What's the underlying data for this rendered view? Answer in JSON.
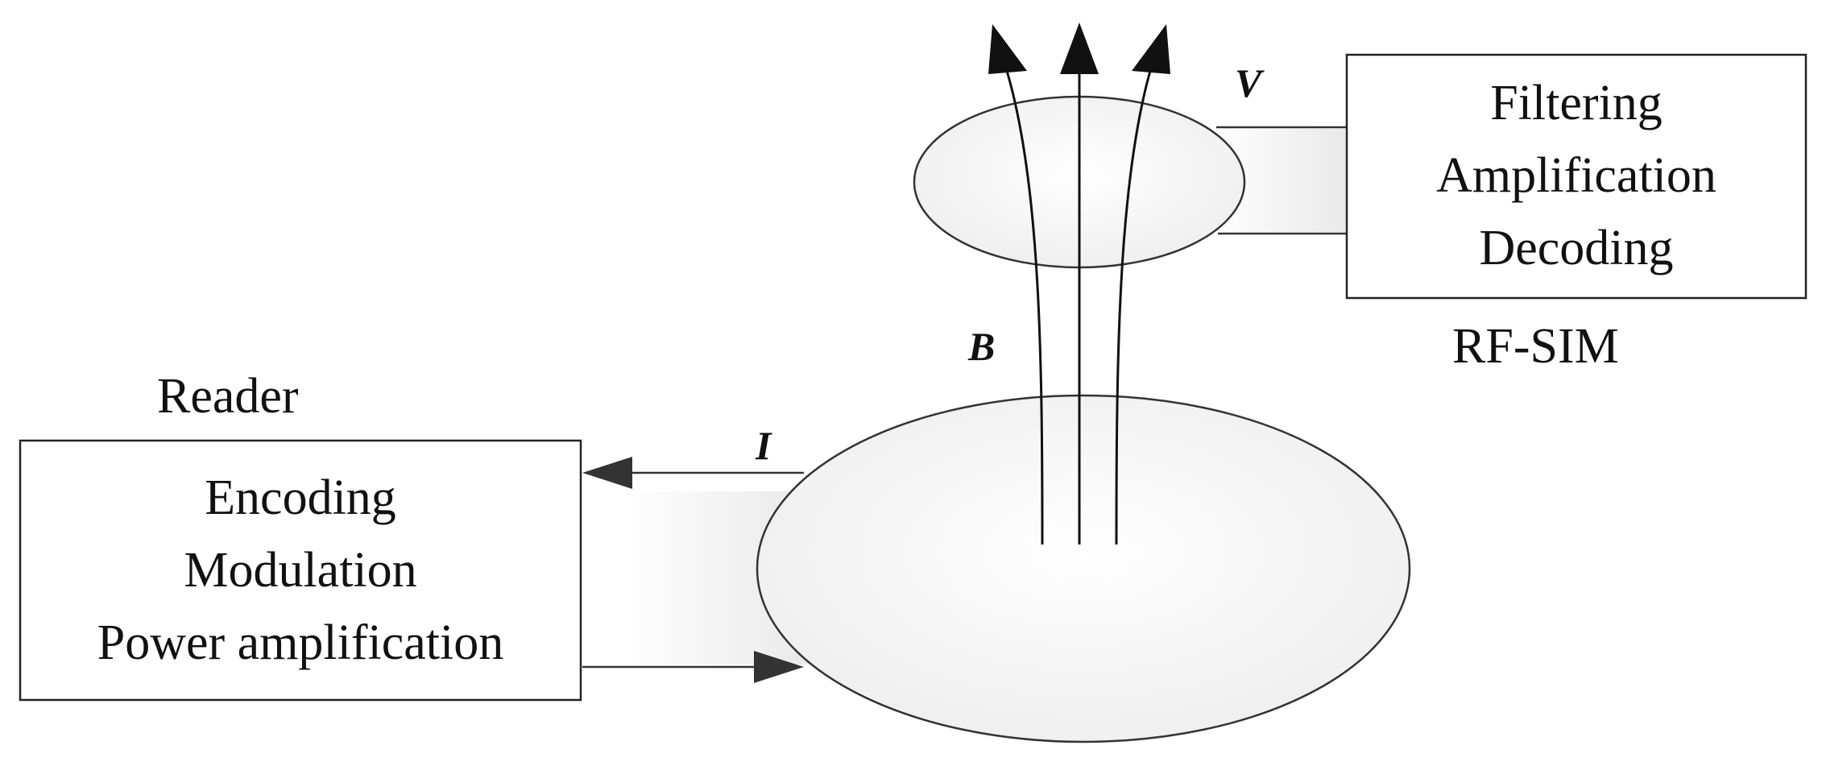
{
  "reader": {
    "title": "Reader",
    "lines": [
      "Encoding",
      "Modulation",
      "Power amplification"
    ]
  },
  "rfsim": {
    "title": "RF-SIM",
    "lines": [
      "Filtering",
      "Amplification",
      "Decoding"
    ]
  },
  "symbols": {
    "current": "I",
    "field": "B",
    "voltage": "V"
  }
}
